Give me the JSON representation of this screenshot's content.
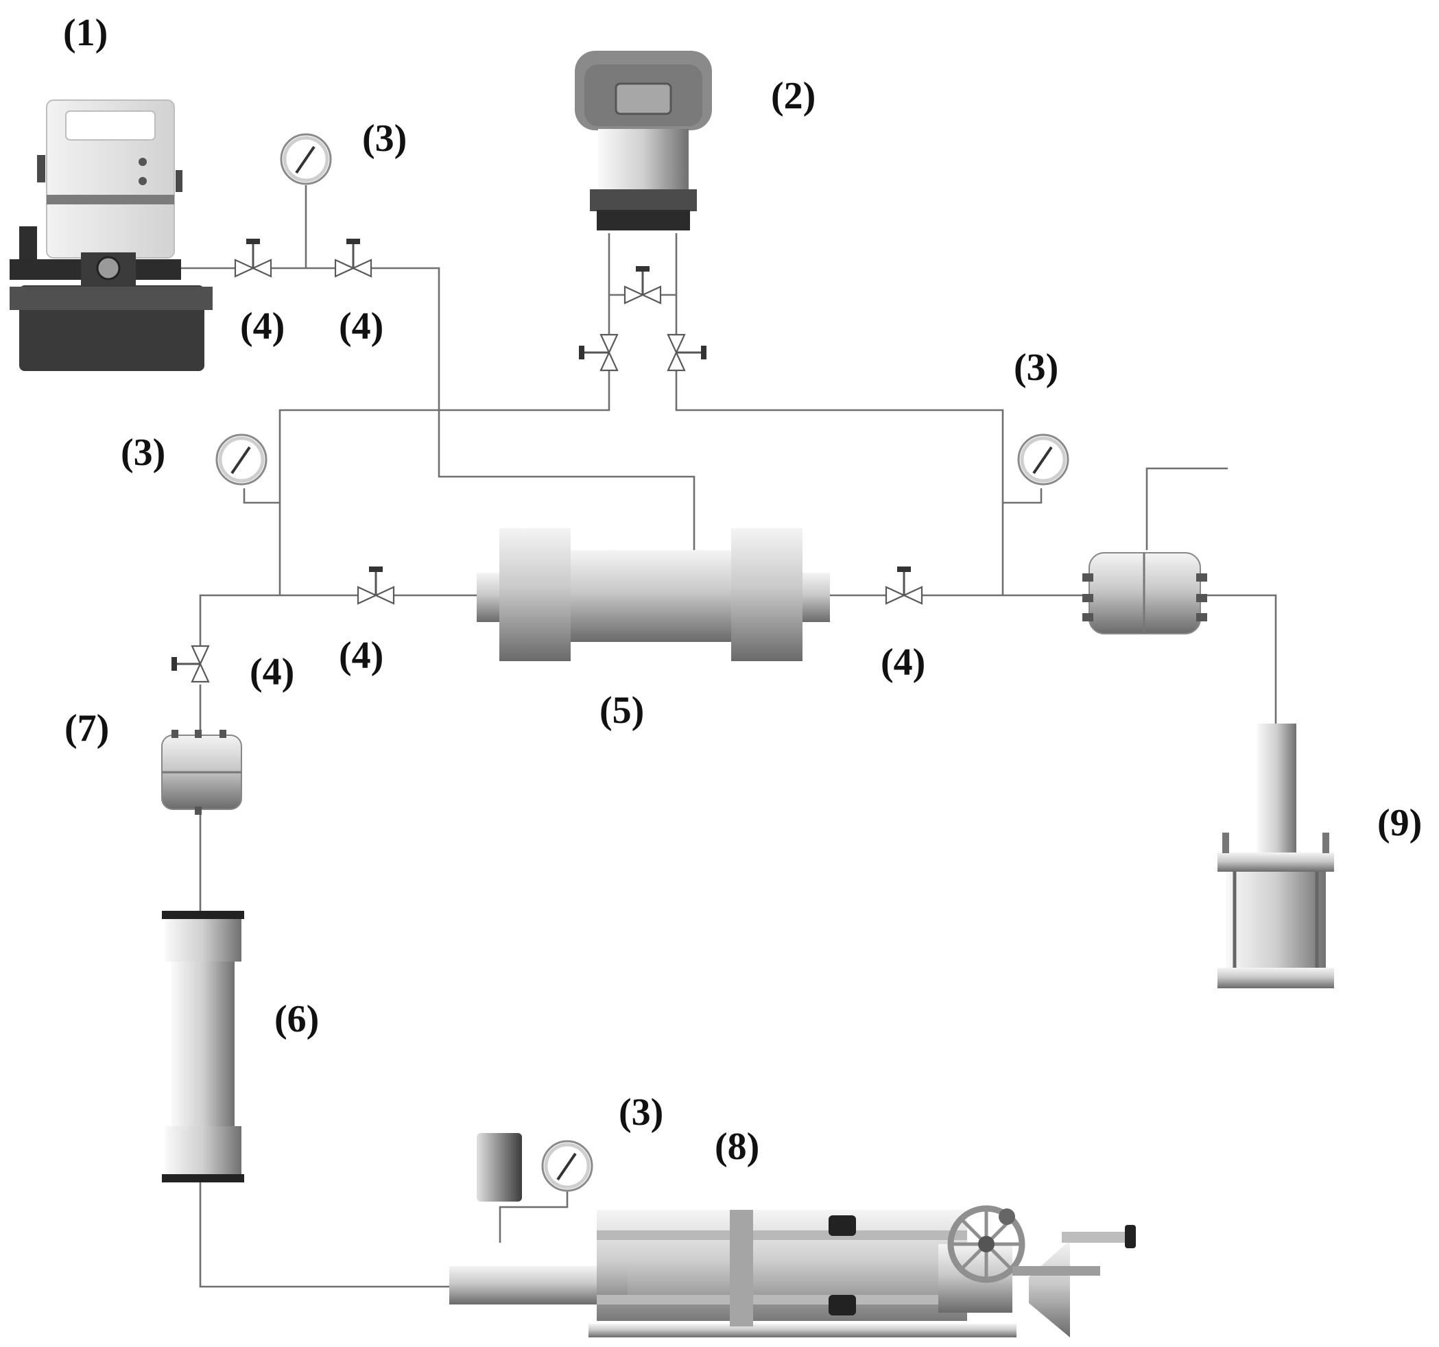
{
  "labels": {
    "pump": "(1)",
    "transmitter": "(2)",
    "gauge_top": "(3)",
    "gauge_left": "(3)",
    "gauge_right": "(3)",
    "gauge_bottom": "(3)",
    "valve_a": "(4)",
    "valve_b": "(4)",
    "valve_c": "(4)",
    "valve_d": "(4)",
    "valve_e": "(4)",
    "core_holder": "(5)",
    "cylinder": "(6)",
    "filter": "(7)",
    "hand_pump": "(8)",
    "collector": "(9)"
  }
}
